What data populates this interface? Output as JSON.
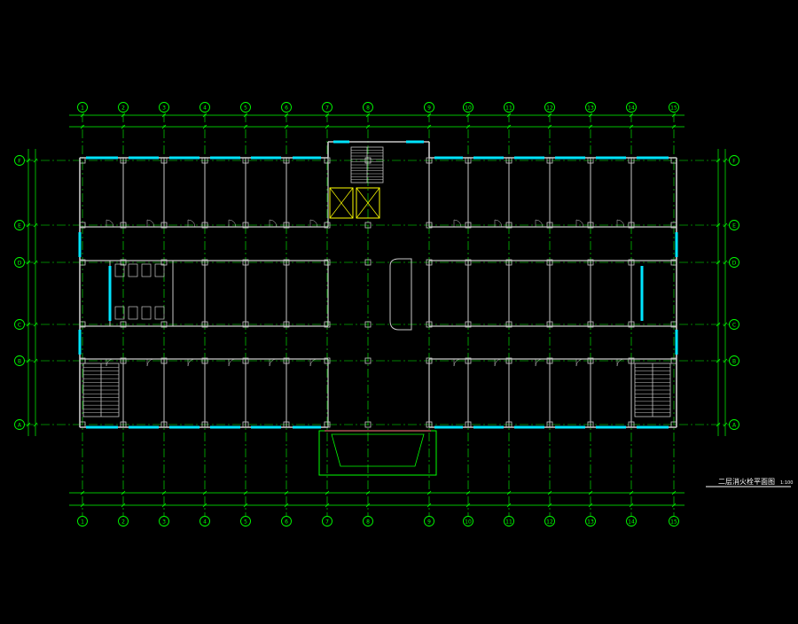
{
  "drawing": {
    "title": "二层消火栓平面图",
    "scale": "1:100"
  },
  "axes": {
    "columns": [
      "1",
      "2",
      "3",
      "4",
      "5",
      "6",
      "7",
      "8",
      "9",
      "10",
      "11",
      "12",
      "13",
      "14",
      "15",
      "16"
    ],
    "rows": [
      "F",
      "E",
      "D",
      "C",
      "B",
      "A"
    ]
  },
  "colors": {
    "background": "#000000",
    "grid": "#00ff00",
    "wall": "#c8c8c8",
    "window": "#00e5ff",
    "text": "#ffffff"
  }
}
